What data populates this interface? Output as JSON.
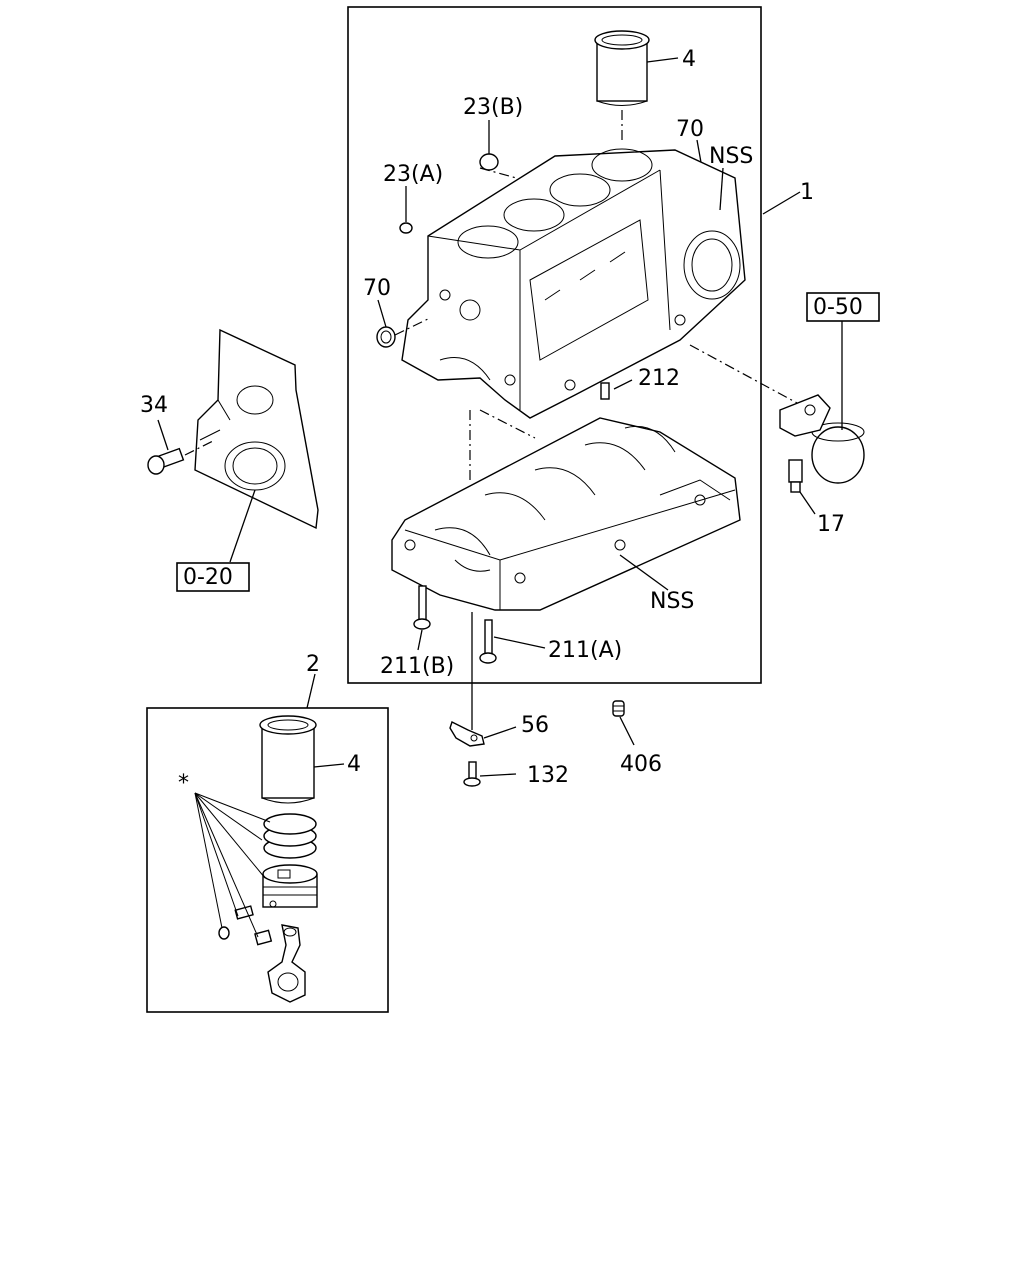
{
  "callouts": {
    "p4_top": "4",
    "p23b": "23(B)",
    "p70_top": "70",
    "nss_top": "NSS",
    "p23a": "23(A)",
    "p1": "1",
    "p70_left": "70",
    "ref_050": "0-50",
    "p212": "212",
    "p34": "34",
    "p17": "17",
    "nss_bottom": "NSS",
    "ref_020": "0-20",
    "p211a": "211(A)",
    "p211b": "211(B)",
    "p2": "2",
    "p56": "56",
    "p406": "406",
    "p4_bottom": "4",
    "p132": "132",
    "asterisk": "*"
  }
}
